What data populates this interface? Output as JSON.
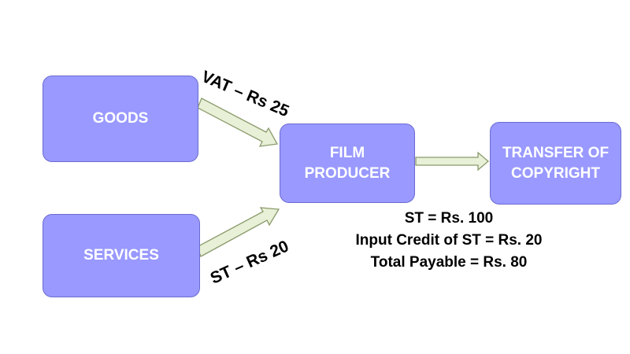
{
  "diagram": {
    "nodes": {
      "goods": "GOODS",
      "services": "SERVICES",
      "film_producer": "FILM\nPRODUCER",
      "transfer_of_copyright": "TRANSFER OF\nCOPYRIGHT"
    },
    "edges": {
      "goods_to_producer_label": "VAT – Rs 25",
      "services_to_producer_label": "ST – Rs 20"
    },
    "summary": {
      "line1": "ST = Rs. 100",
      "line2": "Input Credit of ST = Rs. 20",
      "line3": "Total Payable = Rs. 80"
    },
    "colors": {
      "box_fill": "#9999ff",
      "box_border": "#6b6bd1",
      "arrow_fill": "#e8f0d8",
      "arrow_stroke": "#8a9a6a"
    }
  }
}
